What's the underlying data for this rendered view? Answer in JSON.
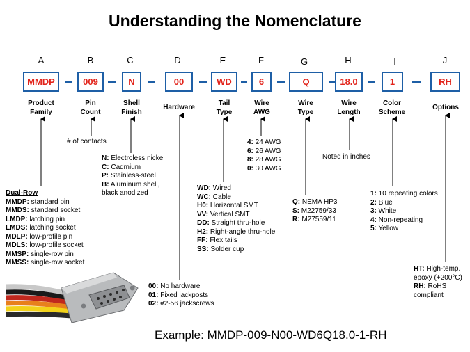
{
  "title": "Understanding the Nomenclature",
  "fields": [
    {
      "letter": "A",
      "code": "MMDP",
      "label": "Product\nFamily"
    },
    {
      "letter": "B",
      "code": "009",
      "label": "Pin\nCount"
    },
    {
      "letter": "C",
      "code": "N",
      "label": "Shell\nFinish"
    },
    {
      "letter": "D",
      "code": "00",
      "label": "Hardware"
    },
    {
      "letter": "E",
      "code": "WD",
      "label": "Tail\nType"
    },
    {
      "letter": "F",
      "code": "6",
      "label": "Wire\nAWG"
    },
    {
      "letter": "G",
      "code": "Q",
      "label": "Wire\nType"
    },
    {
      "letter": "H",
      "code": "18.0",
      "label": "Wire\nLength"
    },
    {
      "letter": "I",
      "code": "1",
      "label": "Color\nScheme"
    },
    {
      "letter": "J",
      "code": "RH",
      "label": "Options"
    }
  ],
  "notes": {
    "product_family": {
      "heading": "Dual-Row",
      "items": [
        {
          "k": "MMDP:",
          "v": " standard pin"
        },
        {
          "k": "MMDS:",
          "v": " standard socket"
        },
        {
          "k": "LMDP:",
          "v": " latching pin"
        },
        {
          "k": "LMDS:",
          "v": " latching socket"
        },
        {
          "k": "MDLP:",
          "v": " low-profile pin"
        },
        {
          "k": "MDLS:",
          "v": " low-profile socket"
        },
        {
          "k": "MMSP:",
          "v": " single-row pin"
        },
        {
          "k": "MMSS:",
          "v": " single-row socket"
        }
      ]
    },
    "pin_count": "# of contacts",
    "shell_finish": [
      {
        "k": "N:",
        "v": " Electroless nickel"
      },
      {
        "k": "C:",
        "v": " Cadmium"
      },
      {
        "k": "P:",
        "v": " Stainless-steel"
      },
      {
        "k": "B:",
        "v": " Aluminum shell,"
      },
      {
        "k": "",
        "v": "black anodized"
      }
    ],
    "hardware": [
      {
        "k": "00:",
        "v": " No hardware"
      },
      {
        "k": "01:",
        "v": " Fixed jackposts"
      },
      {
        "k": "02:",
        "v": " #2-56 jackscrews"
      }
    ],
    "tail_type": [
      {
        "k": "WD:",
        "v": " Wired"
      },
      {
        "k": "WC:",
        "v": " Cable"
      },
      {
        "k": "H0:",
        "v": " Horizontal SMT"
      },
      {
        "k": "VV:",
        "v": " Vertical SMT"
      },
      {
        "k": "DD:",
        "v": " Straight thru-hole"
      },
      {
        "k": "H2:",
        "v": " Right-angle thru-hole"
      },
      {
        "k": "FF:",
        "v": " Flex tails"
      },
      {
        "k": "SS:",
        "v": " Solder cup"
      }
    ],
    "wire_awg": [
      {
        "k": "4:",
        "v": " 24 AWG"
      },
      {
        "k": "6:",
        "v": " 26 AWG"
      },
      {
        "k": "8:",
        "v": " 28 AWG"
      },
      {
        "k": "0:",
        "v": " 30 AWG"
      }
    ],
    "wire_type": [
      {
        "k": "Q:",
        "v": "  NEMA  HP3"
      },
      {
        "k": "S:",
        "v": " M22759/33"
      },
      {
        "k": "R:",
        "v": " M27559/11"
      }
    ],
    "wire_length": "Noted in inches",
    "color_scheme": [
      {
        "k": "1:",
        "v": " 10 repeating colors"
      },
      {
        "k": "2:",
        "v": " Blue"
      },
      {
        "k": "3:",
        "v": " White"
      },
      {
        "k": "4:",
        "v": " Non-repeating"
      },
      {
        "k": "5:",
        "v": " Yellow"
      }
    ],
    "options": [
      {
        "k": "HT:",
        "v": "  High-temp."
      },
      {
        "k": "",
        "v": "epoxy (+200°C)"
      },
      {
        "k": "RH:",
        "v": "  RoHS"
      },
      {
        "k": "",
        "v": "compliant"
      }
    ]
  },
  "example": "Example:  MMDP-009-N00-WD6Q18.0-1-RH",
  "colors": {
    "box_border": "#1e5fa6",
    "code_text": "#e2231a",
    "dash": "#1e5fa6"
  }
}
